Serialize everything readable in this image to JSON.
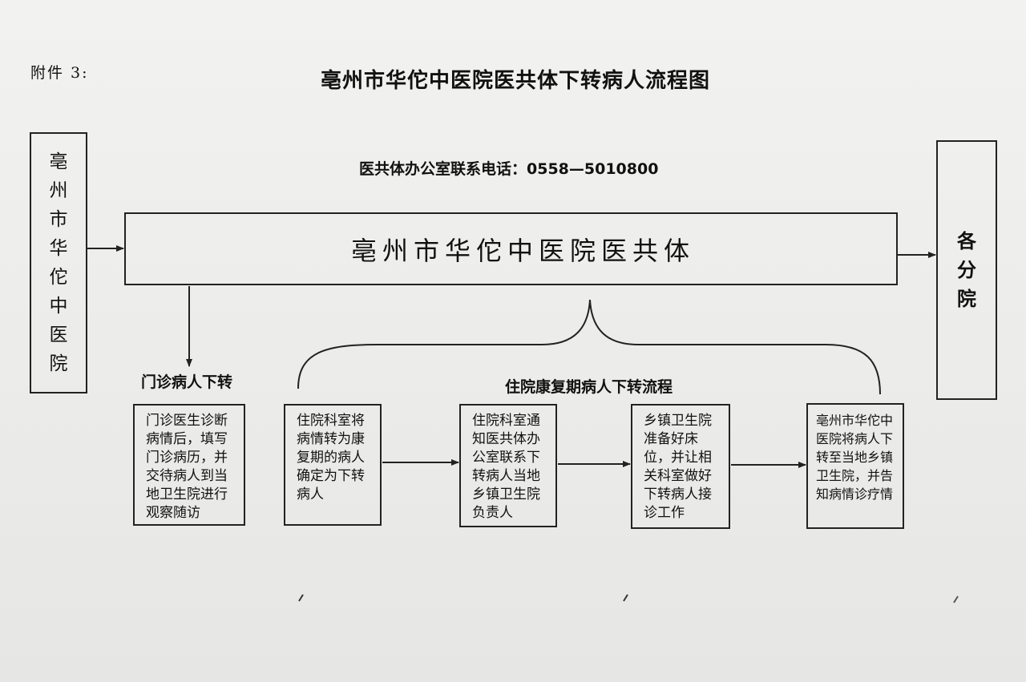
{
  "header": {
    "annex": "附件 3:",
    "title": "亳州市华佗中医院医共体下转病人流程图",
    "phone": "医共体办公室联系电话：0558—5010800"
  },
  "left_box": {
    "chars": [
      "亳",
      "州",
      "市",
      "华",
      "佗",
      "中",
      "医",
      "院"
    ]
  },
  "main_box": {
    "label": "亳州市华佗中医院医共体"
  },
  "right_box": {
    "chars": [
      "各",
      "分",
      "院"
    ]
  },
  "outpatient": {
    "label": "门诊病人下转",
    "text": "门诊医生诊断病情后，填写门诊病历，并交待病人到当地卫生院进行观察随访"
  },
  "inpatient": {
    "label": "住院康复期病人下转流程",
    "steps": [
      "住院科室将病情转为康复期的病人确定为下转病人",
      "住院科室通知医共体办公室联系下转病人当地乡镇卫生院负责人",
      "乡镇卫生院准备好床位，并让相关科室做好下转病人接诊工作",
      "亳州市华佗中医院将病人下转至当地乡镇卫生院，并告知病情诊疗情"
    ]
  }
}
